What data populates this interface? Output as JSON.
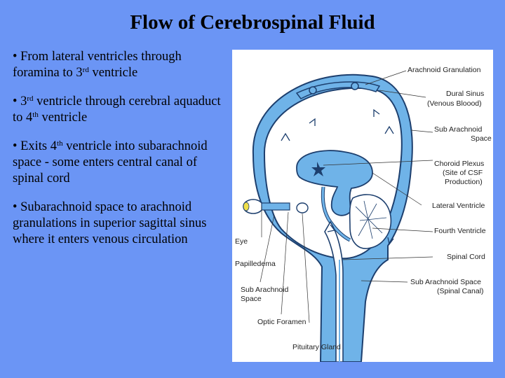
{
  "title": "Flow of Cerebrospinal Fluid",
  "bullets": [
    {
      "pre": "• From lateral ventricles through foramina to 3",
      "sup": "rd",
      "post": " ventricle"
    },
    {
      "pre": "• 3",
      "sup": "rd",
      "mid": " ventricle through cerebral aquaduct to 4",
      "sup2": "th",
      "post": " ventricle"
    },
    {
      "pre": "• Exits 4",
      "sup": "th",
      "post": " ventricle into subarachnoid space - some enters central canal of spinal cord"
    },
    {
      "text": "• Subarachnoid space to arachnoid granulations in superior sagittal sinus where it enters venous circulation"
    }
  ],
  "labels_right": {
    "arachnoid_granulation": "Arachnoid Granulation",
    "dural_sinus_1": "Dural Sinus",
    "dural_sinus_2": "(Venous Bloood)",
    "sub_arachnoid_space_1": "Sub Arachnoid",
    "sub_arachnoid_space_2": "Space",
    "choroid_plexus_1": "Choroid Plexus",
    "choroid_plexus_2": "(Site of CSF",
    "choroid_plexus_3": "Production)",
    "lateral_ventricle": "Lateral Ventricle",
    "fourth_ventricle": "Fourth Ventricle",
    "spinal_cord": "Spinal Cord",
    "sub_arachnoid_spinal_1": "Sub Arachnoid Space",
    "sub_arachnoid_spinal_2": "(Spinal Canal)"
  },
  "labels_left": {
    "eye": "Eye",
    "papilledema": "Papilledema",
    "sub_arachnoid_1": "Sub Arachnoid",
    "sub_arachnoid_2": "Space",
    "optic_foramen": "Optic Foramen",
    "pituitary_gland": "Pituitary Gland"
  },
  "colors": {
    "background": "#6b95f5",
    "csf": "#6fb3e8",
    "outline": "#1d3f6e",
    "eye_spot": "#f0e04a"
  }
}
